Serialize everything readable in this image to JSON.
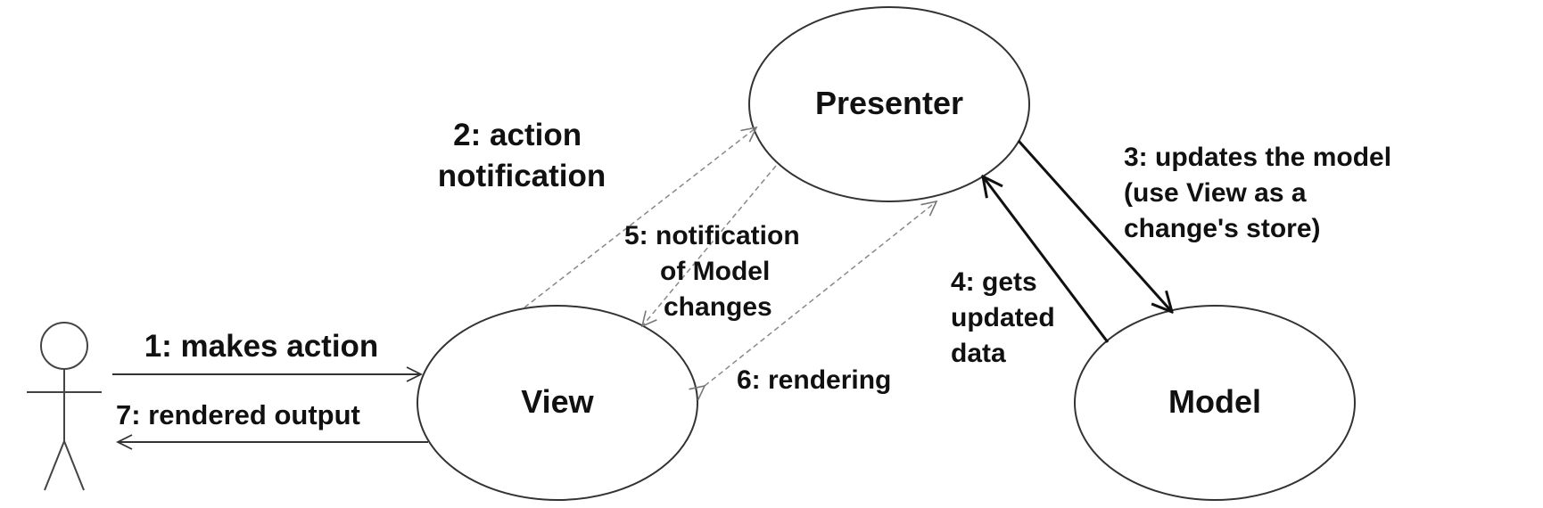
{
  "diagram": {
    "nodes": {
      "presenter": "Presenter",
      "view": "View",
      "model": "Model"
    },
    "edges": {
      "makes_action": "1: makes action",
      "action_notification": [
        "2: action",
        "notification"
      ],
      "updates_model": [
        "3: updates the model",
        "(use View as a",
        "change's store)"
      ],
      "gets_updated_data": [
        "4: gets",
        "updated",
        "data"
      ],
      "notification_model_changes": [
        "5: notification",
        "of Model",
        "changes"
      ],
      "rendering": "6: rendering",
      "rendered_output": "7: rendered output"
    }
  }
}
